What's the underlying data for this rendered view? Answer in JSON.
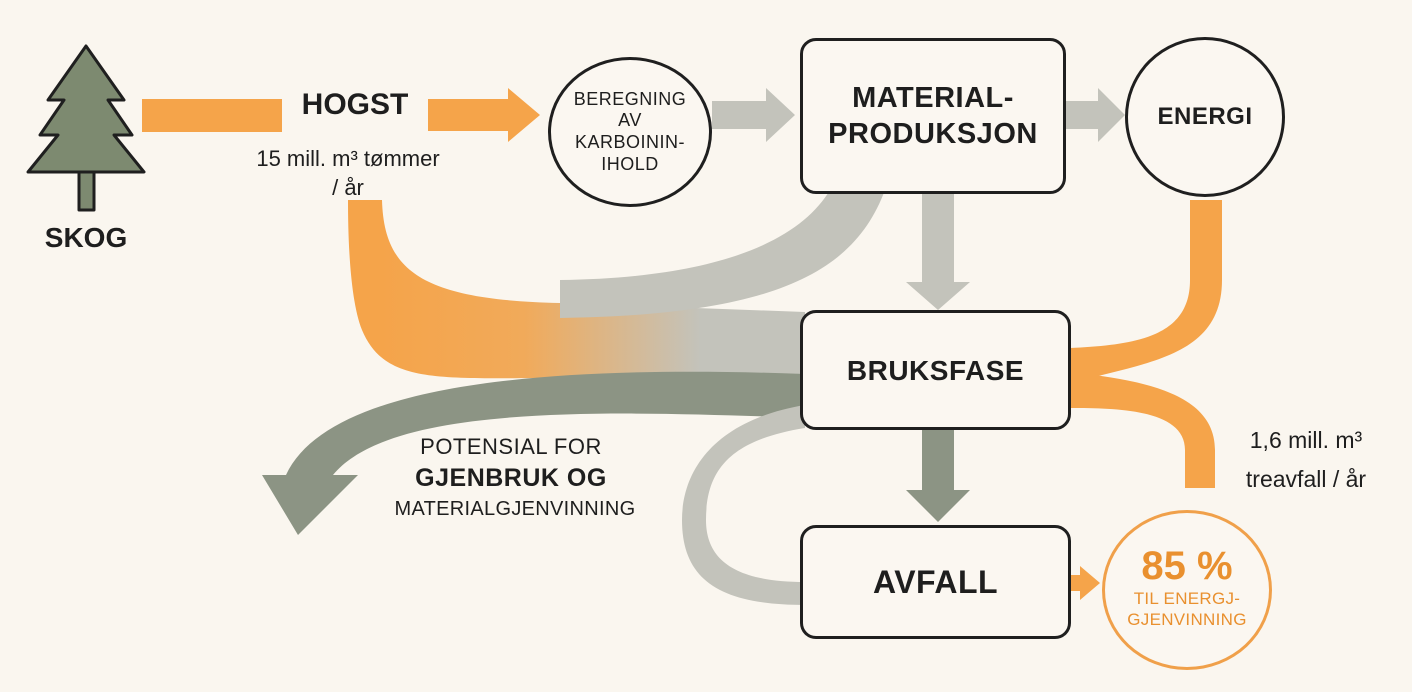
{
  "colors": {
    "background": "#faf6ef",
    "orange": "#f5a44a",
    "light_gray": "#c3c3bb",
    "dark_gray": "#8c9484",
    "tree_green": "#7d8a70",
    "outline": "#1f1f1f",
    "accent_orange_text": "#e9902f"
  },
  "skog": {
    "label": "SKOG",
    "icon": "tree-icon"
  },
  "hogst": {
    "label": "HOGST",
    "volume": "15 mill. m³ tømmer\n/ år"
  },
  "beregning": {
    "label": "BEREGNING\nAV\nKARBOININ-\nIHOLD"
  },
  "materialproduksjon": {
    "label": "MATERIAL-\nPRODUKSJON"
  },
  "energi": {
    "label": "ENERGI"
  },
  "bruksfase": {
    "label": "BRUKSFASE"
  },
  "avfall": {
    "label": "AVFALL"
  },
  "potential": {
    "line1": "POTENSIAL FOR",
    "line2": "GJENBRUK OG",
    "line3": "MATERIALGJENVINNING"
  },
  "treavfall": {
    "line1": "1,6 mill. m³",
    "line2": "treavfall / år"
  },
  "energigjenvinning": {
    "percent": "85 %",
    "label": "TIL ENERGJ-\nGJENVINNING"
  }
}
